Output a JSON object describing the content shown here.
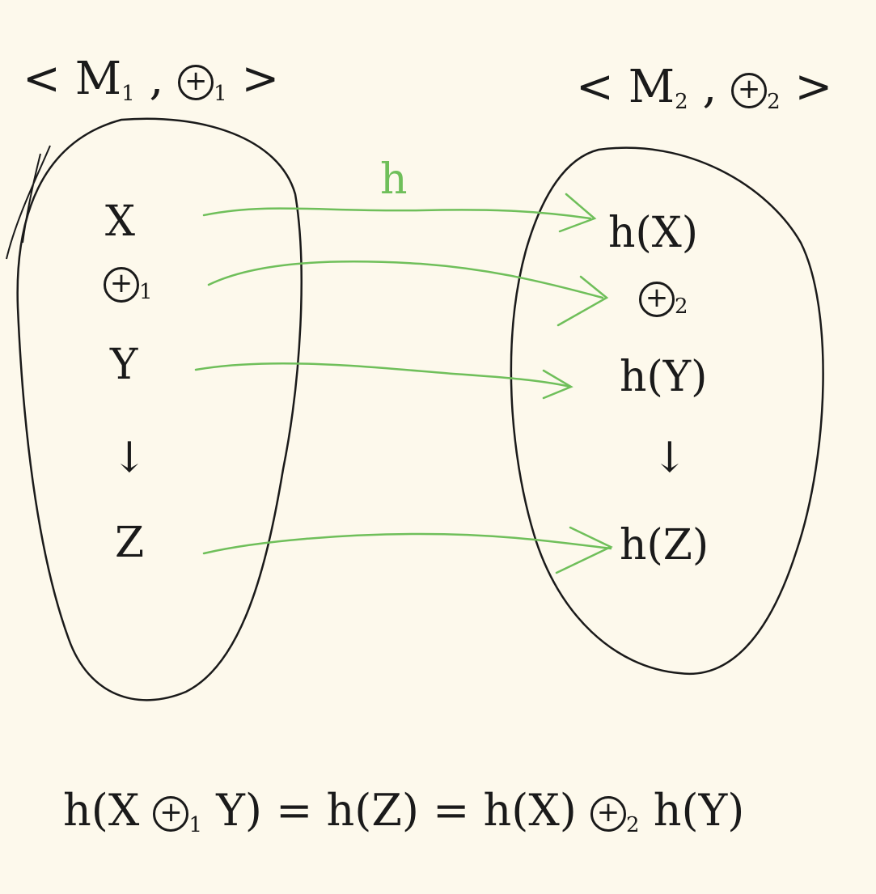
{
  "colors": {
    "background": "#fdf9ec",
    "ink": "#1a1a1a",
    "arrow": "#6fbf5a"
  },
  "left_set": {
    "title_open": "<",
    "title_set": "M",
    "title_sub": "1",
    "title_sep": ",",
    "title_op_sub": "1",
    "title_close": ">",
    "op_symbol": "+",
    "elements": {
      "x": "X",
      "op_sub": "1",
      "y": "Y",
      "down_arrow": "↓",
      "z": "Z"
    }
  },
  "right_set": {
    "title_open": "<",
    "title_set": "M",
    "title_sub": "2",
    "title_sep": ",",
    "title_op_sub": "2",
    "title_close": ">",
    "op_symbol": "+",
    "elements": {
      "hx": "h(X)",
      "op_sub": "2",
      "hy": "h(Y)",
      "down_arrow": "↓",
      "hz": "h(Z)"
    }
  },
  "mapping_label": "h",
  "equation": {
    "lhs_open": "h(X",
    "lhs_sub": "1",
    "lhs_close": "Y)",
    "mid": "= h(Z) = h(X)",
    "rhs_sub": "2",
    "rhs_end": "h(Y)"
  }
}
